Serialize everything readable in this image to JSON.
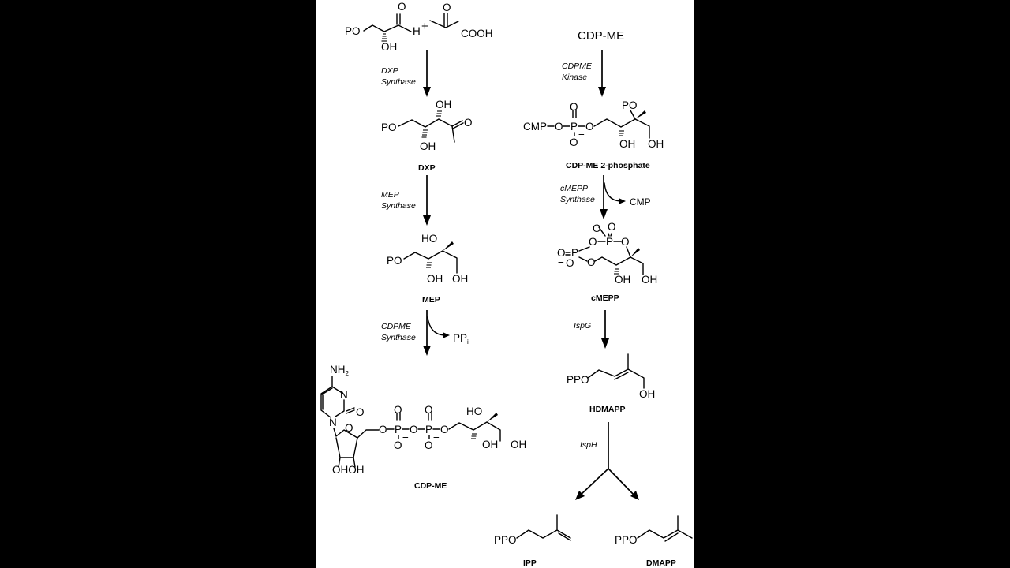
{
  "reactants": {
    "gap_po": "PO",
    "gap_oh": "OH",
    "gap_o": "O",
    "gap_h": "H",
    "plus": "+",
    "pyruvate_o": "O",
    "pyruvate_cooh": "COOH",
    "cdpme_start": "CDP-ME"
  },
  "enzymes": {
    "dxp_synthase": [
      "DXP",
      "Synthase"
    ],
    "mep_synthase": [
      "MEP",
      "Synthase"
    ],
    "cdpme_synthase": [
      "CDPME",
      "Synthase"
    ],
    "cdpme_kinase": [
      "CDPME",
      "Kinase"
    ],
    "cmepp_synthase": [
      "cMEPP",
      "Synthase"
    ],
    "ispg": "IspG",
    "isph": "IspH"
  },
  "byproducts": {
    "ppi": "PP",
    "ppi_sub": "i",
    "cmp": "CMP"
  },
  "compounds": {
    "dxp": {
      "name": "DXP",
      "po": "PO",
      "oh_top": "OH",
      "oh_bottom": "OH",
      "o": "O"
    },
    "mep": {
      "name": "MEP",
      "po": "PO",
      "ho": "HO",
      "oh1": "OH",
      "oh2": "OH"
    },
    "cdp_me": {
      "name": "CDP-ME",
      "nh2": "NH",
      "nh2_sub": "2",
      "n1": "N",
      "n2": "N",
      "o_carbonyl": "O",
      "o_ring": "O",
      "o_link1": "O",
      "p1": "P",
      "o_link2": "O",
      "p2": "P",
      "o_link3": "O",
      "p1_o_top": "O",
      "p1_o_bottom": "O",
      "p2_o_top": "O",
      "p2_o_bottom": "O",
      "minus": "−",
      "ribose_oh": "OHOH",
      "ho": "HO",
      "oh1": "OH",
      "oh2": "OH"
    },
    "cdp_me_2p": {
      "name": "CDP-ME 2-phosphate",
      "cmp": "CMP",
      "o1": "O",
      "p": "P",
      "o2": "O",
      "o_top": "O",
      "o_bottom": "O",
      "minus": "−",
      "po": "PO",
      "oh1": "OH",
      "oh2": "OH"
    },
    "cmepp": {
      "name": "cMEPP",
      "o_minus_top": "O",
      "p_top": "P",
      "o_top_r": "O",
      "o_ring_l": "O",
      "o_ring_r": "O",
      "o_left": "O",
      "p_left": "P",
      "o_left_b": "O",
      "o_ring_b": "O",
      "minus": "−",
      "oh1": "OH",
      "oh2": "OH"
    },
    "hdmapp": {
      "name": "HDMAPP",
      "ppo": "PPO",
      "oh": "OH"
    },
    "ipp": {
      "name": "IPP",
      "ppo": "PPO"
    },
    "dmapp": {
      "name": "DMAPP",
      "ppo": "PPO"
    }
  }
}
